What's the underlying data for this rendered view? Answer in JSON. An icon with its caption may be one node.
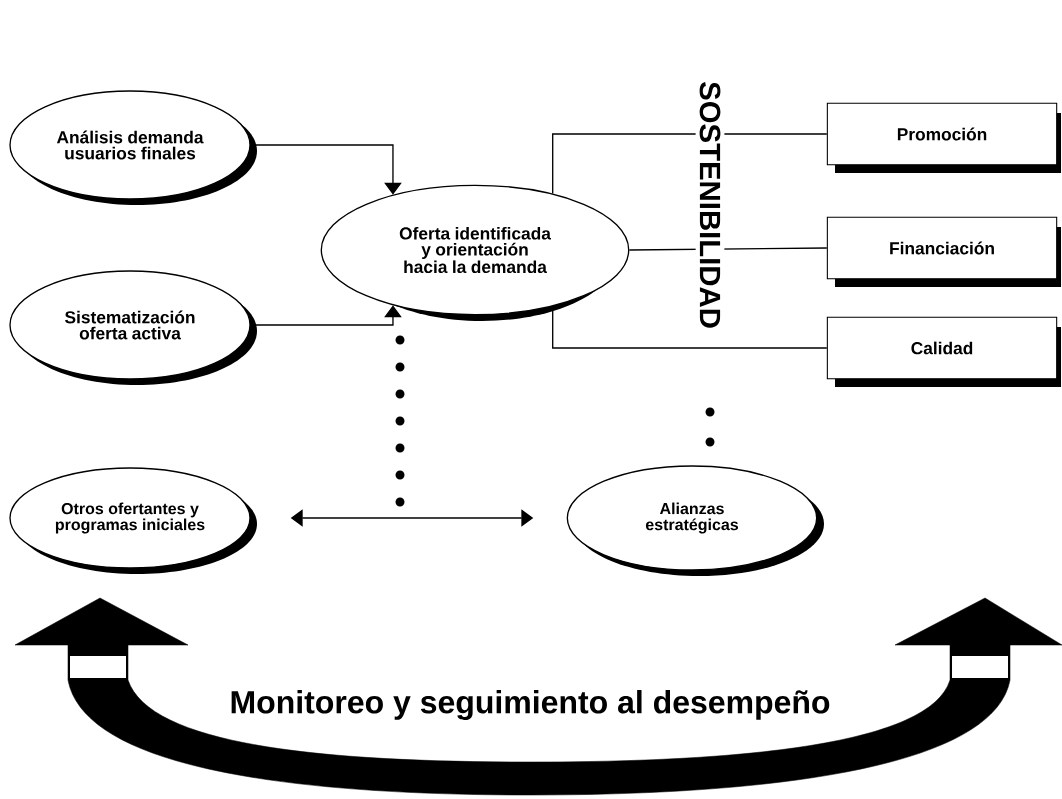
{
  "diagram": {
    "nodes": [
      {
        "text": [
          "Análisis demanda usuarios finales"
        ]
      },
      {
        "text": [
          "Sistematización oferta activa"
        ]
      },
      {
        "text": [
          "Oferta identificada y orientación hacia la demanda"
        ]
      },
      {
        "text": [
          "Promoción"
        ]
      },
      {
        "text": [
          "Financiación"
        ]
      },
      {
        "text": [
          "Calidad"
        ]
      },
      {
        "text": [
          "Otros ofertantes y programas iniciales"
        ]
      },
      {
        "text": [
          "Alianzas estratégicas"
        ]
      }
    ],
    "edges": [
      {
        "from": 0,
        "to": 2,
        "arrow": "to"
      },
      {
        "from": 1,
        "to": 2,
        "arrow": "to"
      },
      {
        "from": 2,
        "to": 3,
        "arrow": "none"
      },
      {
        "from": 2,
        "to": 4,
        "arrow": "none"
      },
      {
        "from": 2,
        "to": 5,
        "arrow": "none"
      },
      {
        "from": 6,
        "to": 7,
        "arrow": "both"
      }
    ],
    "labels": [
      "SOSTENIBILIDAD",
      "Monitoreo y seguimiento al desempeño"
    ]
  }
}
